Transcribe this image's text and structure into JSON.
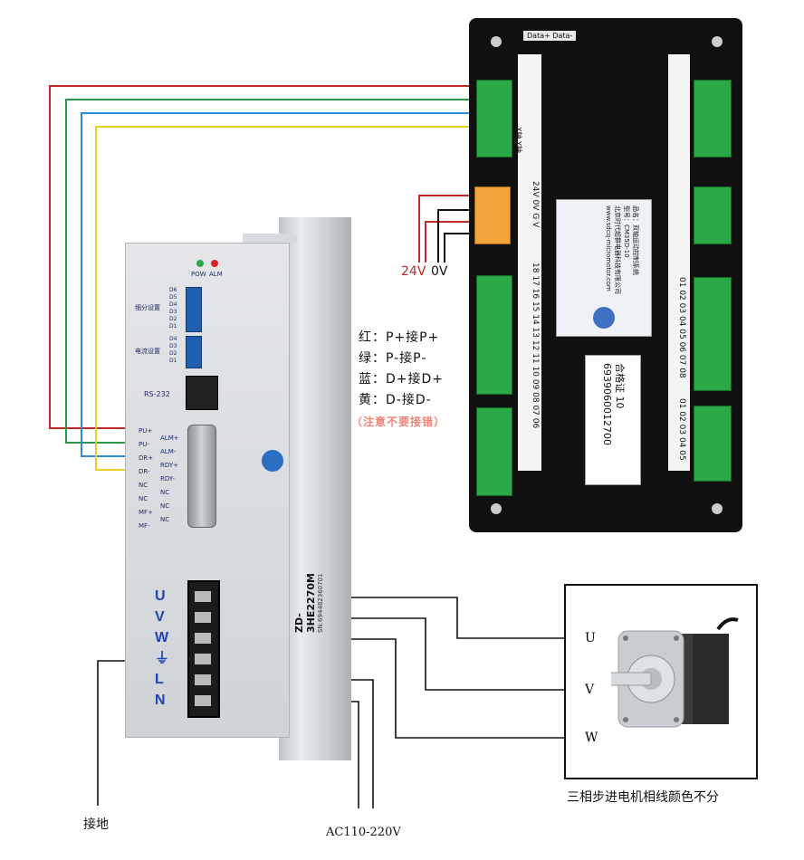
{
  "driver": {
    "pow_led": "POW",
    "alm_led": "ALM",
    "microstep_label": "细分设置",
    "current_label": "电流设置",
    "dip_top": [
      "D6",
      "D5",
      "D4",
      "D3",
      "D2",
      "D1"
    ],
    "dip_bottom": [
      "D4",
      "D3",
      "D2",
      "D1"
    ],
    "rs232": "RS-232",
    "pins_left": [
      "PU+",
      "PU-",
      "DR+",
      "DR-",
      "NC",
      "NC",
      "MF+",
      "MF-"
    ],
    "pins_right": [
      "ALM+",
      "ALM-",
      "RDY+",
      "RDY-",
      "NC",
      "NC",
      "NC"
    ],
    "power_terminals": [
      "U",
      "V",
      "W",
      "⏚",
      "L",
      "N"
    ],
    "model": "ZD-3HE2270M",
    "serial": "SN:694482360701"
  },
  "controller": {
    "data_label": "Data+ Data-",
    "left_group": "X轴  Y轴",
    "power_pins": "24V 0V G V",
    "inputs_left": "18 17 16 15 14 13 12 11 10 09 08 07 06",
    "outputs_right": "01 02 03 04 05 06 07 08",
    "inputs_right": "01 02 03 04 05",
    "product_name": "品名：双轴运动控制系统",
    "model": "型号：CM35D-10",
    "company": "北京时代超群电器科技有限公司",
    "website": "www.sdcq-micromotor.com",
    "cert": "合格证 10",
    "barcode_no": "6939060012700"
  },
  "power_labels": {
    "v24": "24V",
    "v0": "0V"
  },
  "legend": {
    "lines": [
      "红：P+接P+",
      "绿：P-接P-",
      "蓝：D+接D+",
      "黄：D-接D-"
    ],
    "warning": "（注意不要接错）"
  },
  "motor_phases": [
    "U",
    "V",
    "W"
  ],
  "motor_caption": "三相步进电机相线颜色不分",
  "ground_label": "接地",
  "ac_label": "AC110-220V",
  "colors": {
    "red": "#c0282a",
    "green": "#2c9a4a",
    "blue": "#2a8bd8",
    "yellow": "#e8d21f",
    "black": "#111111"
  }
}
